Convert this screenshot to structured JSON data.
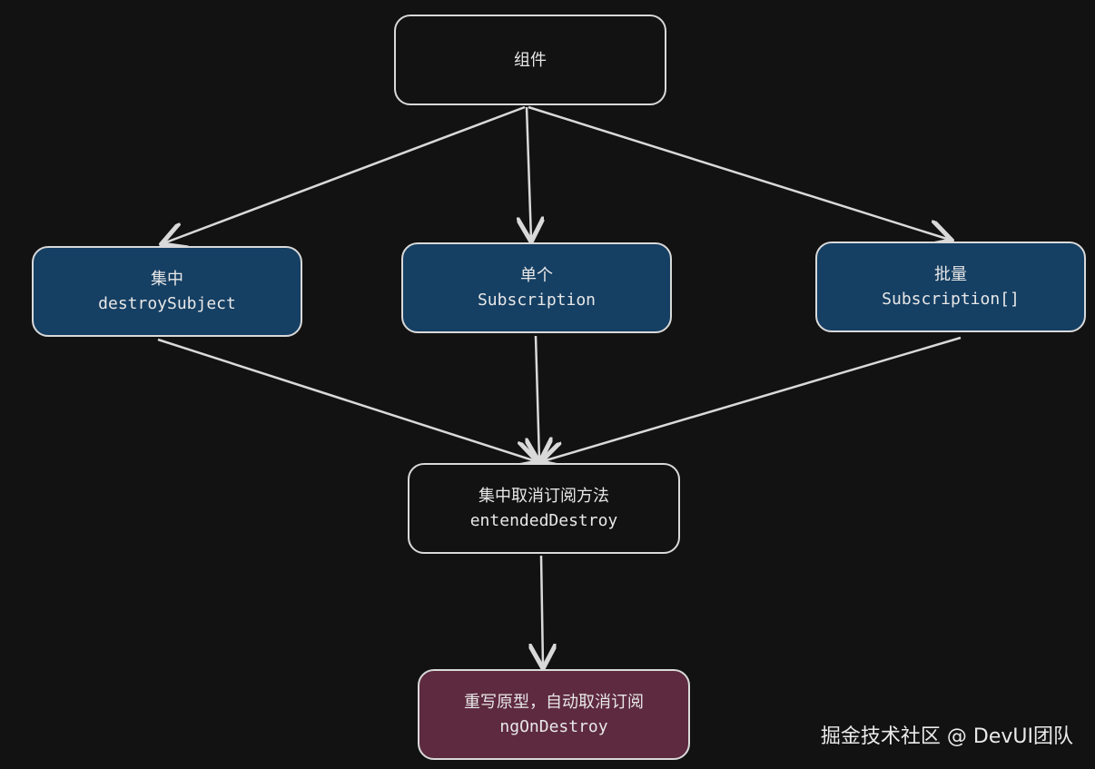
{
  "nodes": {
    "top": {
      "line1": "组件"
    },
    "left": {
      "line1": "集中",
      "line2": "destroySubject"
    },
    "mid": {
      "line1": "单个",
      "line2": "Subscription"
    },
    "right": {
      "line1": "批量",
      "line2": "Subscription[]"
    },
    "center": {
      "line1": "集中取消订阅方法",
      "line2": "entendedDestroy"
    },
    "bottom": {
      "line1": "重写原型，自动取消订阅",
      "line2": "ngOnDestroy"
    }
  },
  "watermark": "掘金技术社区 @ DevUI团队",
  "colors": {
    "background": "#121212",
    "blue_fill": "#153f63",
    "plum_fill": "#5e2a3f",
    "stroke": "#d9d9d9"
  }
}
